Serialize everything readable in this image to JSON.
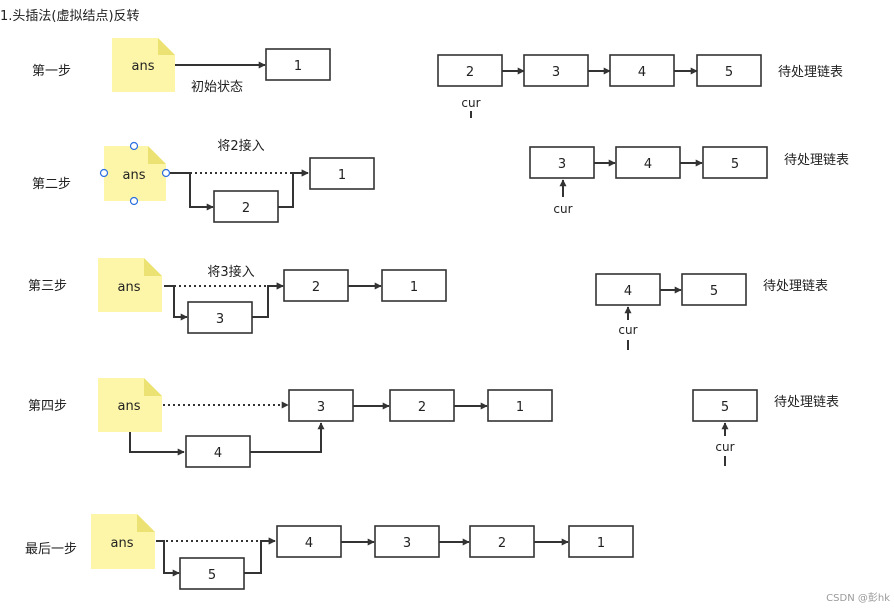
{
  "title": "1.头插法(虚拟结点)反转",
  "watermark": "CSDN @彭hk",
  "steps": [
    {
      "label": "第一步",
      "ans": "ans",
      "note": "初始状态",
      "linked": [
        "1"
      ],
      "pending": [
        "2",
        "3",
        "4",
        "5"
      ],
      "pending_label": "待处理链表",
      "cur": "cur"
    },
    {
      "label": "第二步",
      "ans": "ans",
      "note": "将2接入",
      "linked": [
        "1"
      ],
      "inserting": "2",
      "pending": [
        "3",
        "4",
        "5"
      ],
      "pending_label": "待处理链表",
      "cur": "cur"
    },
    {
      "label": "第三步",
      "ans": "ans",
      "note": "将3接入",
      "linked": [
        "2",
        "1"
      ],
      "inserting": "3",
      "pending": [
        "4",
        "5"
      ],
      "pending_label": "待处理链表",
      "cur": "cur"
    },
    {
      "label": "第四步",
      "ans": "ans",
      "linked": [
        "3",
        "2",
        "1"
      ],
      "inserting": "4",
      "pending": [
        "5"
      ],
      "pending_label": "待处理链表",
      "cur": "cur"
    },
    {
      "label": "最后一步",
      "ans": "ans",
      "linked": [
        "4",
        "3",
        "2",
        "1"
      ],
      "inserting": "5"
    }
  ]
}
